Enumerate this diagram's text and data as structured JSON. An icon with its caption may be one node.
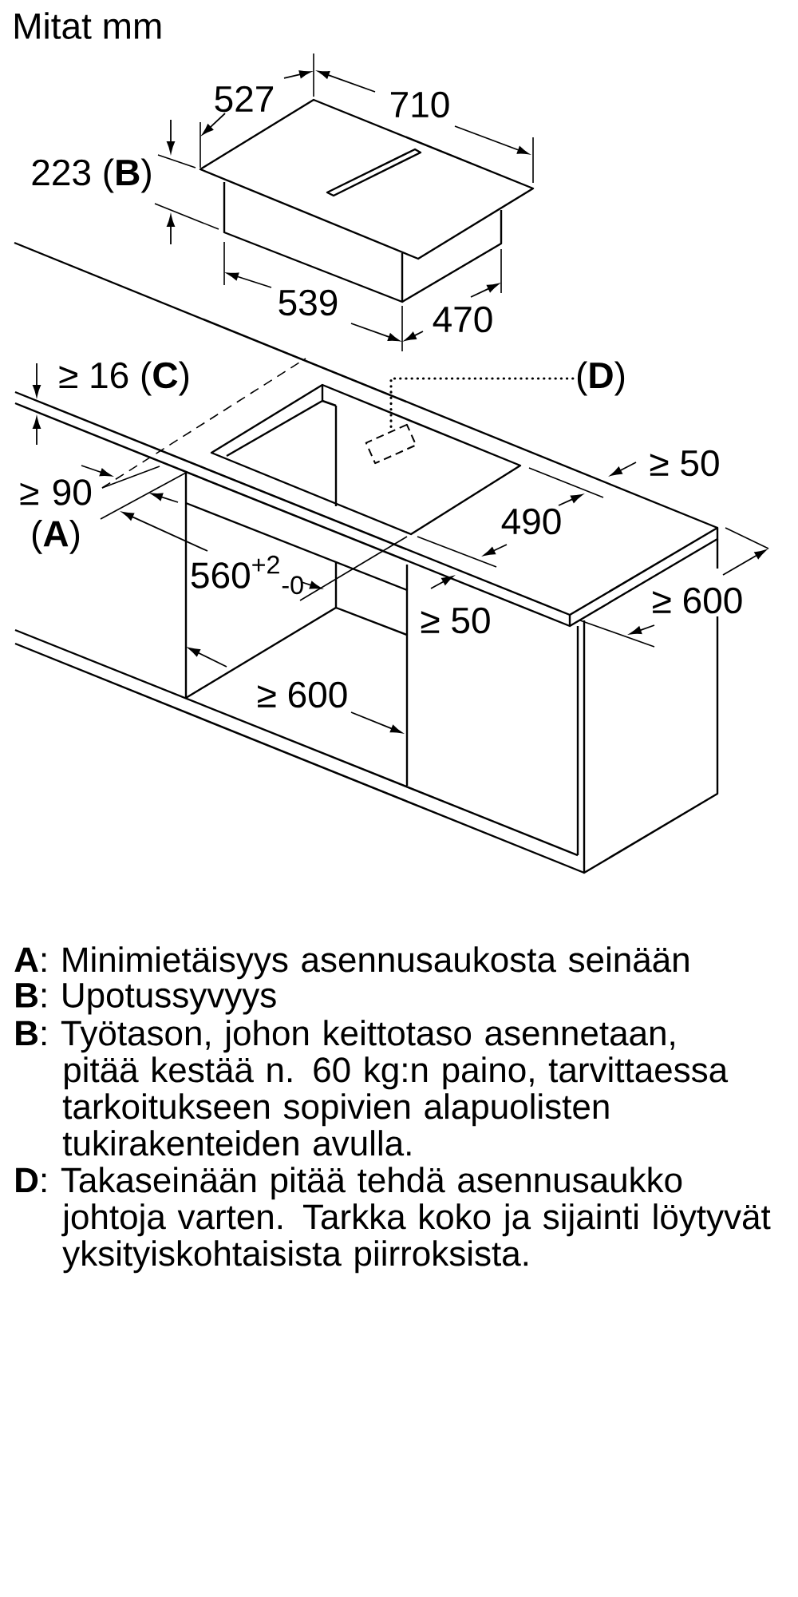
{
  "diagram": {
    "title": "Mitat mm",
    "nodes": [
      {
        "text": [
          "(**D**)"
        ]
      },
      {
        "text": [],
        "shape": "box"
      }
    ],
    "edges": [
      {
        "from": 0,
        "to": 1,
        "arrow": "none",
        "style": "dashed"
      }
    ],
    "labels": [
      "527",
      "710",
      "223 (**B**)",
      "539",
      "470",
      "≥ 16 (**C**)",
      "≥ 50",
      "≥ 90 (**A**)",
      "490",
      "560$^{+2}$$_{-0}$",
      "≥ 50",
      "≥ 600",
      "≥ 600",
      "**A**: Minimietäisyys asennusaukosta seinään",
      "**B**: Upotussyvyys",
      "**B**: Työtason, johon keittotaso asennetaan, pitää kestää n. 60 kg:n paino, tarvittaessa tarkoitukseen sopivien alapuolisten tukirakenteiden avulla.",
      "**D**: Takaseinään pitää tehdä asennusaukko johtoja varten. Tarkka koko ja sijainti löytyvät yksityiskohtaisista piirroksista."
    ]
  }
}
